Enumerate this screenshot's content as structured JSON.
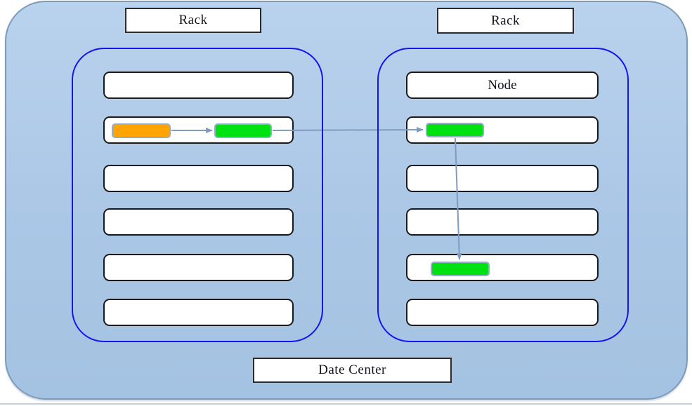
{
  "diagram_type": "data-center-rack-node-diagram",
  "colors": {
    "dc-fill-top": "#b9d2ed",
    "dc-fill-mid": "#abc7e6",
    "dc-fill-bottom": "#a4c2e1",
    "dc-border": "#7d9ab9",
    "rack-border": "#1414ee",
    "node-fill": "#ffffff",
    "node-border": "#1a1a1a",
    "vm-orange": "#ffa405",
    "vm-green": "#00e112",
    "vm-border": "#93aecd",
    "arrow": "#7e9cbf",
    "label-fill": "#ffffff",
    "label-border": "#2b2b2b"
  },
  "data_center": {
    "label": "Date Center"
  },
  "racks": [
    {
      "id": "left",
      "label": "Rack",
      "nodes": [
        {
          "label": "",
          "blocks": []
        },
        {
          "label": "",
          "blocks": [
            "orange",
            "green"
          ]
        },
        {
          "label": "",
          "blocks": []
        },
        {
          "label": "",
          "blocks": []
        },
        {
          "label": "",
          "blocks": []
        },
        {
          "label": "",
          "blocks": []
        }
      ]
    },
    {
      "id": "right",
      "label": "Rack",
      "nodes": [
        {
          "label": "Node",
          "blocks": []
        },
        {
          "label": "",
          "blocks": [
            "green"
          ]
        },
        {
          "label": "",
          "blocks": []
        },
        {
          "label": "",
          "blocks": []
        },
        {
          "label": "",
          "blocks": [
            "green"
          ]
        },
        {
          "label": "",
          "blocks": []
        }
      ]
    }
  ],
  "arrows": [
    {
      "from": "left-rack-orange-block",
      "to": "left-rack-green-block",
      "direction": "right"
    },
    {
      "from": "left-rack-green-block",
      "to": "right-rack-node2-green-block",
      "direction": "right"
    },
    {
      "from": "right-rack-node2-green-block",
      "to": "right-rack-node5-green-block",
      "direction": "down"
    }
  ]
}
